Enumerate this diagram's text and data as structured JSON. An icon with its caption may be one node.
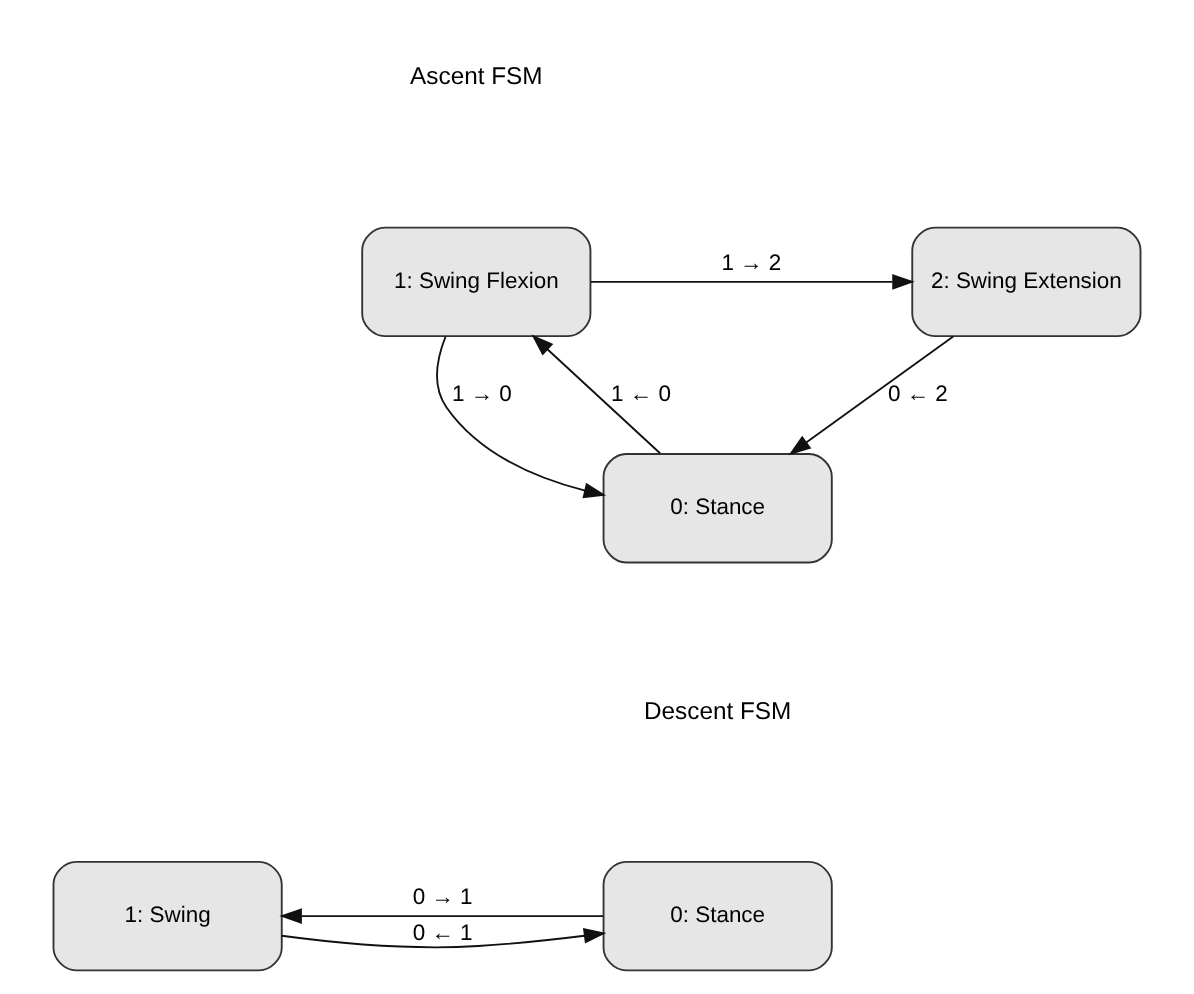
{
  "diagram": {
    "nodes": [
      {
        "text": [
          "1: Swing Flexion"
        ]
      },
      {
        "text": [
          "2: Swing Extension"
        ]
      },
      {
        "text": [
          "0: Stance"
        ]
      },
      {
        "text": [
          "0: Stance"
        ]
      },
      {
        "text": [
          "1: Swing"
        ]
      }
    ],
    "edges": [
      {
        "from": 0,
        "to": 1,
        "arrow": "to",
        "label": "1 → 2"
      },
      {
        "from": 0,
        "to": 2,
        "arrow": "to",
        "label": "1 → 0"
      },
      {
        "from": 2,
        "to": 0,
        "arrow": "to",
        "label": "1 ← 0"
      },
      {
        "from": 1,
        "to": 2,
        "arrow": "to",
        "label": "0 ← 2"
      },
      {
        "from": 3,
        "to": 4,
        "arrow": "to",
        "label": "0 → 1"
      },
      {
        "from": 4,
        "to": 3,
        "arrow": "to",
        "label": "0 ← 1"
      }
    ],
    "labels": [
      "Ascent FSM",
      "Descent FSM"
    ]
  }
}
